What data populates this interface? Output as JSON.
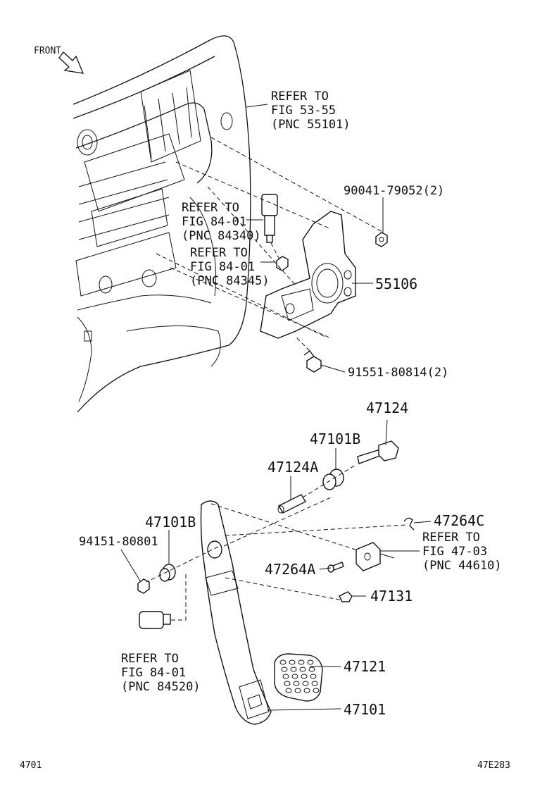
{
  "front": "FRONT",
  "refs": {
    "r5355": [
      "REFER TO",
      "FIG 53-55",
      "(PNC 55101)"
    ],
    "r84340": [
      "REFER TO",
      "FIG 84-01",
      "(PNC 84340)"
    ],
    "r84345": [
      "REFER TO",
      "FIG 84-01",
      "(PNC 84345)"
    ],
    "r4703": [
      "REFER TO",
      "FIG 47-03",
      "(PNC 44610)"
    ],
    "r84520": [
      "REFER TO",
      "FIG 84-01",
      "(PNC 84520)"
    ]
  },
  "parts": {
    "p90041": "90041-79052(2)",
    "p55106": "55106",
    "p91551": "91551-80814(2)",
    "p47124": "47124",
    "p47101B_a": "47101B",
    "p47124A": "47124A",
    "p47101B_b": "47101B",
    "p94151": "94151-80801",
    "p47264C": "47264C",
    "p47264A": "47264A",
    "p47131": "47131",
    "p47121": "47121",
    "p47101": "47101"
  },
  "footer": {
    "left": "4701",
    "right": "47E283"
  }
}
